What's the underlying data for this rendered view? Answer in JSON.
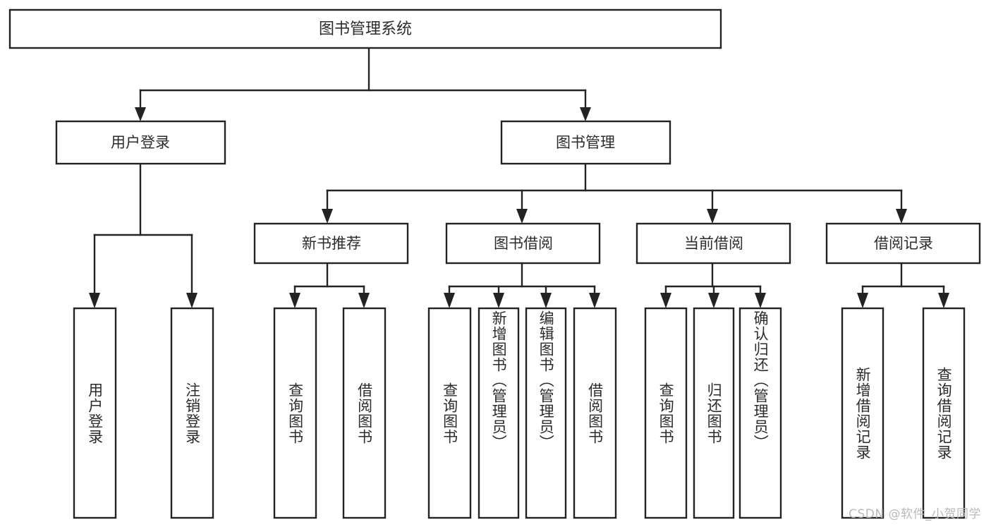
{
  "diagram": {
    "kind": "tree-hierarchy-diagram",
    "title": "图书管理系统",
    "stroke_color": "#232323",
    "fill_color": "#ffffff",
    "text_color": "#2b2b2b",
    "root": {
      "id": "root",
      "label": "图书管理系统",
      "orientation": "horizontal"
    },
    "level2": [
      {
        "id": "user-login",
        "label": "用户登录",
        "orientation": "horizontal"
      },
      {
        "id": "book-management",
        "label": "图书管理",
        "orientation": "horizontal"
      }
    ],
    "level3": [
      {
        "id": "new-book-recommend",
        "label": "新书推荐",
        "orientation": "horizontal",
        "parent": "book-management"
      },
      {
        "id": "book-borrow",
        "label": "图书借阅",
        "orientation": "horizontal",
        "parent": "book-management"
      },
      {
        "id": "current-borrow",
        "label": "当前借阅",
        "orientation": "horizontal",
        "parent": "book-management"
      },
      {
        "id": "borrow-record",
        "label": "借阅记录",
        "orientation": "horizontal",
        "parent": "book-management"
      }
    ],
    "leaves": [
      {
        "id": "leaf-user-login",
        "label": "用户登录",
        "orientation": "vertical",
        "parent": "user-login"
      },
      {
        "id": "leaf-logout-login",
        "label": "注销登录",
        "orientation": "vertical",
        "parent": "user-login"
      },
      {
        "id": "leaf-query-book-1",
        "label": "查询图书",
        "orientation": "vertical",
        "parent": "new-book-recommend"
      },
      {
        "id": "leaf-borrow-book-1",
        "label": "借阅图书",
        "orientation": "vertical",
        "parent": "new-book-recommend"
      },
      {
        "id": "leaf-query-book-2",
        "label": "查询图书",
        "orientation": "vertical",
        "parent": "book-borrow"
      },
      {
        "id": "leaf-add-book",
        "label": "新增图书（管理员）",
        "orientation": "vertical",
        "parent": "book-borrow"
      },
      {
        "id": "leaf-edit-book",
        "label": "编辑图书（管理员）",
        "orientation": "vertical",
        "parent": "book-borrow"
      },
      {
        "id": "leaf-borrow-book-2",
        "label": "借阅图书",
        "orientation": "vertical",
        "parent": "book-borrow"
      },
      {
        "id": "leaf-query-book-3",
        "label": "查询图书",
        "orientation": "vertical",
        "parent": "current-borrow"
      },
      {
        "id": "leaf-return-book",
        "label": "归还图书",
        "orientation": "vertical",
        "parent": "current-borrow"
      },
      {
        "id": "leaf-confirm-return",
        "label": "确认归还（管理员）",
        "orientation": "vertical",
        "parent": "current-borrow"
      },
      {
        "id": "leaf-add-record",
        "label": "新增借阅记录",
        "orientation": "vertical",
        "parent": "borrow-record"
      },
      {
        "id": "leaf-query-record",
        "label": "查询借阅记录",
        "orientation": "vertical",
        "parent": "borrow-record"
      }
    ]
  },
  "watermark": {
    "text": "CSDN @软件_小贺同学",
    "color": "#b9b9b9"
  }
}
